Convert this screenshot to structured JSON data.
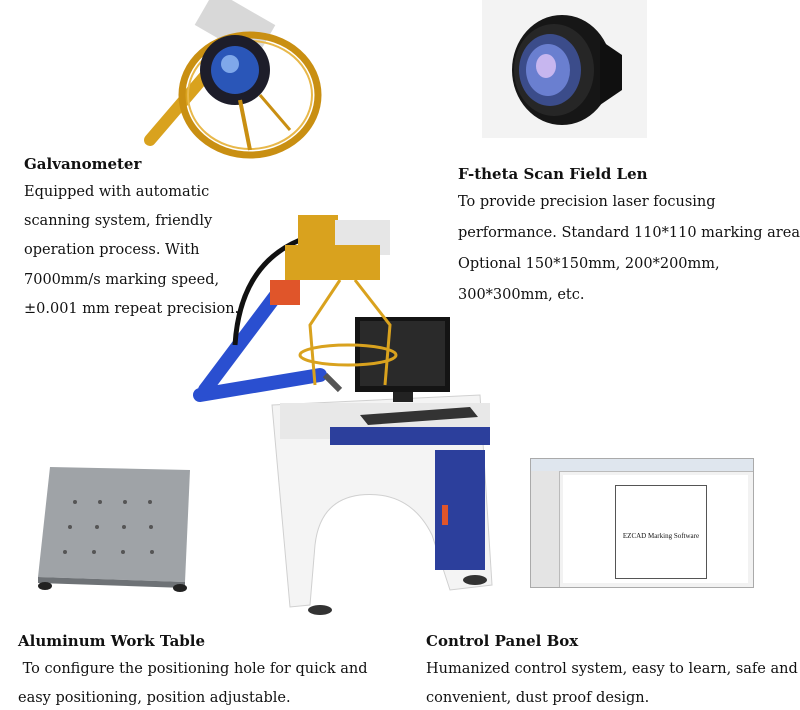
{
  "galvanometer": {
    "title": "Galvanometer",
    "lines": [
      "Equipped with automatic",
      "scanning system, friendly",
      "operation process. With",
      "7000mm/s marking speed,",
      "±0.001 mm repeat precision."
    ]
  },
  "ftheta": {
    "title": "F-theta Scan Field Len",
    "lines": [
      "To provide precision laser focusing",
      "performance. Standard 110*110 marking area",
      "Optional 150*150mm, 200*200mm,",
      "300*300mm, etc."
    ]
  },
  "worktable": {
    "title": "Aluminum Work Table",
    "lines": [
      " To configure the positioning hole for quick and",
      "easy positioning, position adjustable."
    ]
  },
  "control": {
    "title": "Control Panel Box",
    "lines": [
      "Humanized control system, easy to learn, safe and",
      "convenient, dust proof design."
    ]
  },
  "software": {
    "canvas_label": "EZCAD Marking Software"
  },
  "colors": {
    "gold": "#d9a21e",
    "blue_arm": "#2a4fd0",
    "orange": "#e0552a",
    "cabinet_blue": "#2c3f9c"
  }
}
